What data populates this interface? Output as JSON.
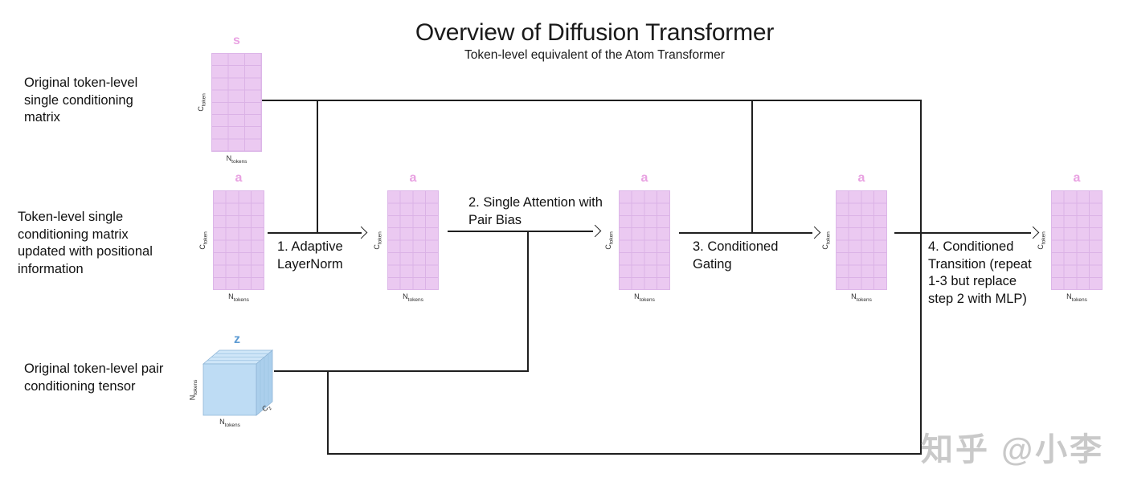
{
  "title": "Overview of Diffusion Transformer",
  "subtitle": "Token-level equivalent of the Atom Transformer",
  "input_labels": [
    {
      "text": "Original token-level single conditioning matrix"
    },
    {
      "text": "Token-level single conditioning matrix updated with positional information"
    },
    {
      "text": "Original token-level pair conditioning tensor"
    }
  ],
  "matrices": [
    {
      "symbol": "s",
      "y_base": "C",
      "y_sub": "token",
      "x_base": "N",
      "x_sub": "tokens"
    },
    {
      "symbol": "a",
      "y_base": "C",
      "y_sub": "token",
      "x_base": "N",
      "x_sub": "tokens"
    },
    {
      "symbol": "a",
      "y_base": "C",
      "y_sub": "token",
      "x_base": "N",
      "x_sub": "tokens"
    },
    {
      "symbol": "a",
      "y_base": "C",
      "y_sub": "token",
      "x_base": "N",
      "x_sub": "tokens"
    },
    {
      "symbol": "a",
      "y_base": "C",
      "y_sub": "token",
      "x_base": "N",
      "x_sub": "tokens"
    },
    {
      "symbol": "a",
      "y_base": "C",
      "y_sub": "token",
      "x_base": "N",
      "x_sub": "tokens"
    }
  ],
  "tensor": {
    "symbol": "z",
    "left_base": "N",
    "left_sub": "tokens",
    "bottom_base": "N",
    "bottom_sub": "tokens",
    "depth_base": "C",
    "depth_sub": "z"
  },
  "steps": [
    {
      "label": "1. Adaptive LayerNorm"
    },
    {
      "label": "2. Single Attention with Pair Bias"
    },
    {
      "label": "3. Conditioned Gating"
    },
    {
      "label": "4. Conditioned Transition (repeat 1-3 but replace step 2 with MLP)"
    }
  ],
  "watermark": "知乎 @小李",
  "colors": {
    "matrix_fill": "#ebc9f1",
    "matrix_grid": "#dbb2e6",
    "matrix_symbol": "#e9a2e2",
    "tensor_fill": "#bedcf4",
    "tensor_symbol": "#5d9bd3",
    "line": "#1f1f1f",
    "text": "#141414",
    "watermark": "#c9c9c9"
  }
}
